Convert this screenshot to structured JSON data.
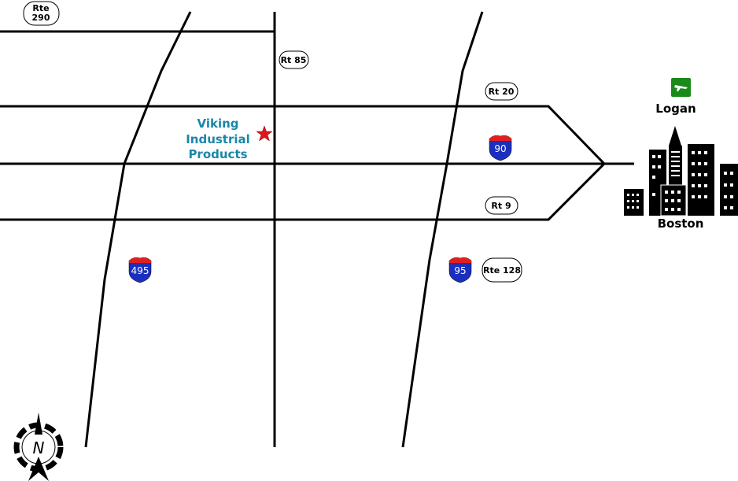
{
  "routes": {
    "rte290": "Rte 290",
    "rt85": "Rt 85",
    "rt20": "Rt 20",
    "rt9": "Rt 9",
    "rte128": "Rte 128",
    "i90": "90",
    "i495": "495",
    "i95": "95"
  },
  "company": {
    "line1": "Viking",
    "line2": "Industrial",
    "line3": "Products",
    "color": "#1a87a8",
    "star_color": "#e0141e"
  },
  "places": {
    "airport": "Logan",
    "city": "Boston",
    "airport_color": "#1a8a1a"
  },
  "compass": {
    "letter": "N"
  },
  "colors": {
    "shield_blue": "#1a2fc0",
    "shield_red": "#e02020"
  }
}
